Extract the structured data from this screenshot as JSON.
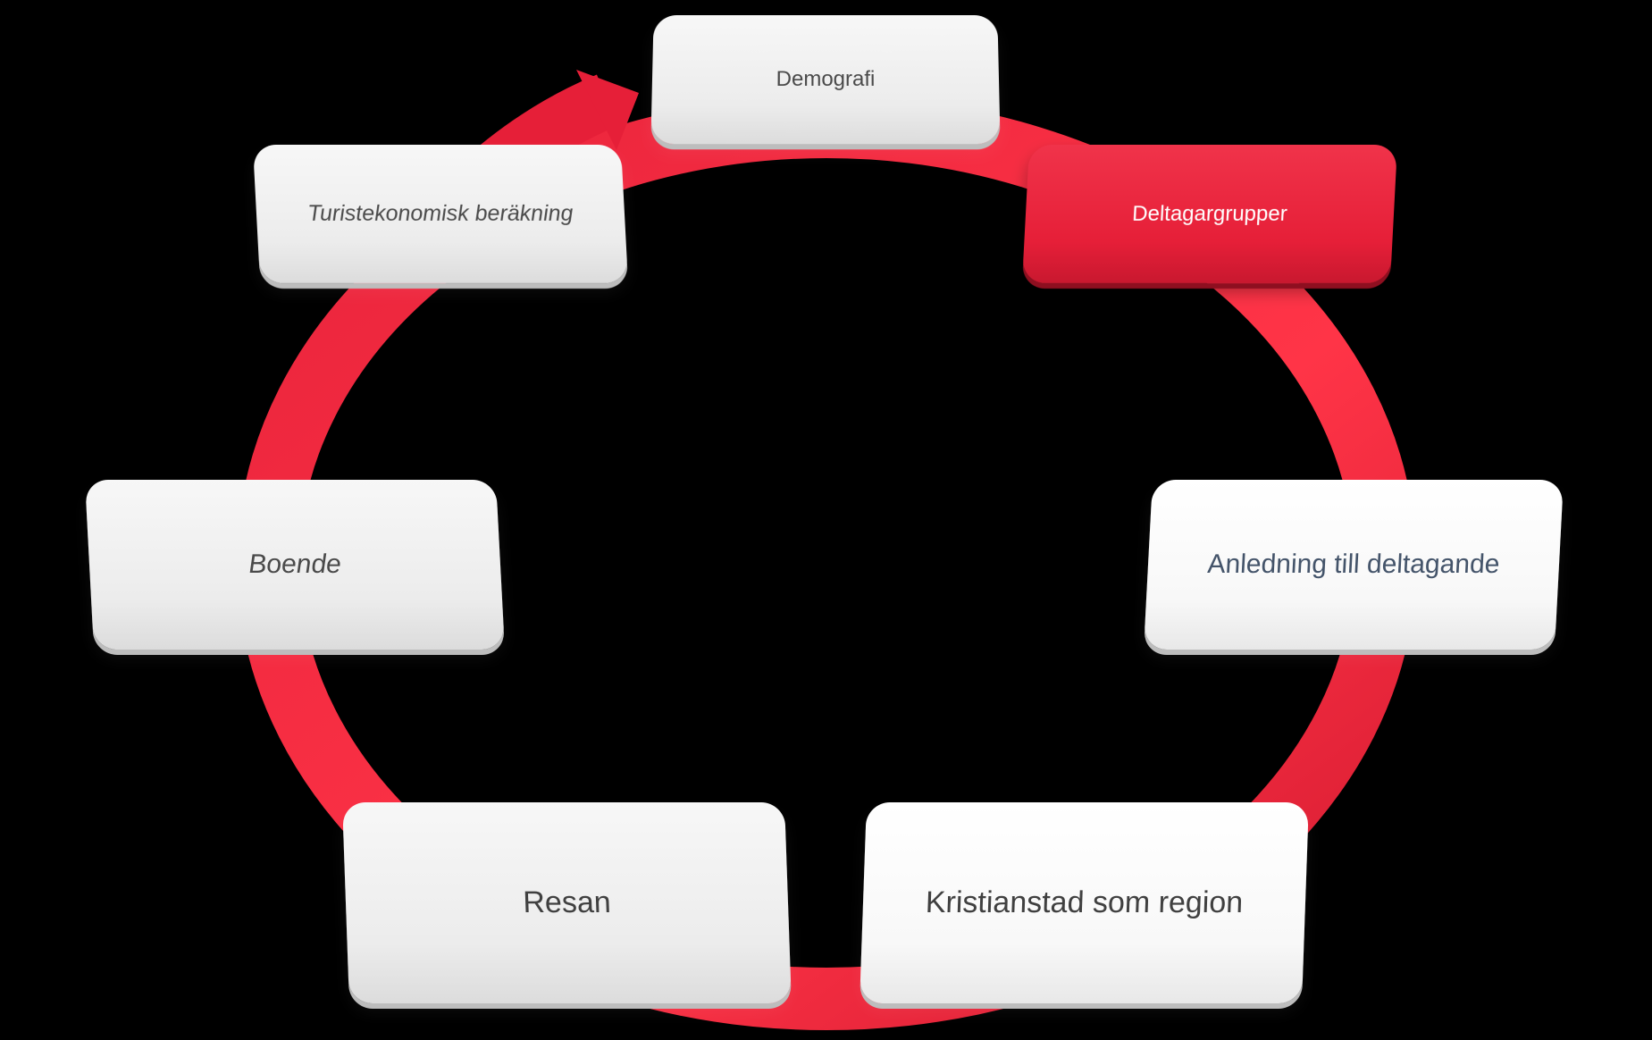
{
  "diagram": {
    "type": "cycle",
    "colors": {
      "background": "#000000",
      "arrow": "#e61f38",
      "accent_box": "#e61f38",
      "box_light": "#efefef",
      "box_white": "#ffffff"
    },
    "nodes": [
      {
        "id": "demografi",
        "label": "Demografi",
        "style": "light"
      },
      {
        "id": "delta",
        "label": "Deltagargrupper",
        "style": "red"
      },
      {
        "id": "anledning",
        "label": "Anledning till deltagande",
        "style": "white"
      },
      {
        "id": "kristianstad",
        "label": "Kristianstad som region",
        "style": "white"
      },
      {
        "id": "resan",
        "label": "Resan",
        "style": "light"
      },
      {
        "id": "boende",
        "label": "Boende",
        "style": "light"
      },
      {
        "id": "turist",
        "label": "Turistekonomisk beräkning",
        "style": "light"
      }
    ],
    "flow": "clockwise"
  }
}
